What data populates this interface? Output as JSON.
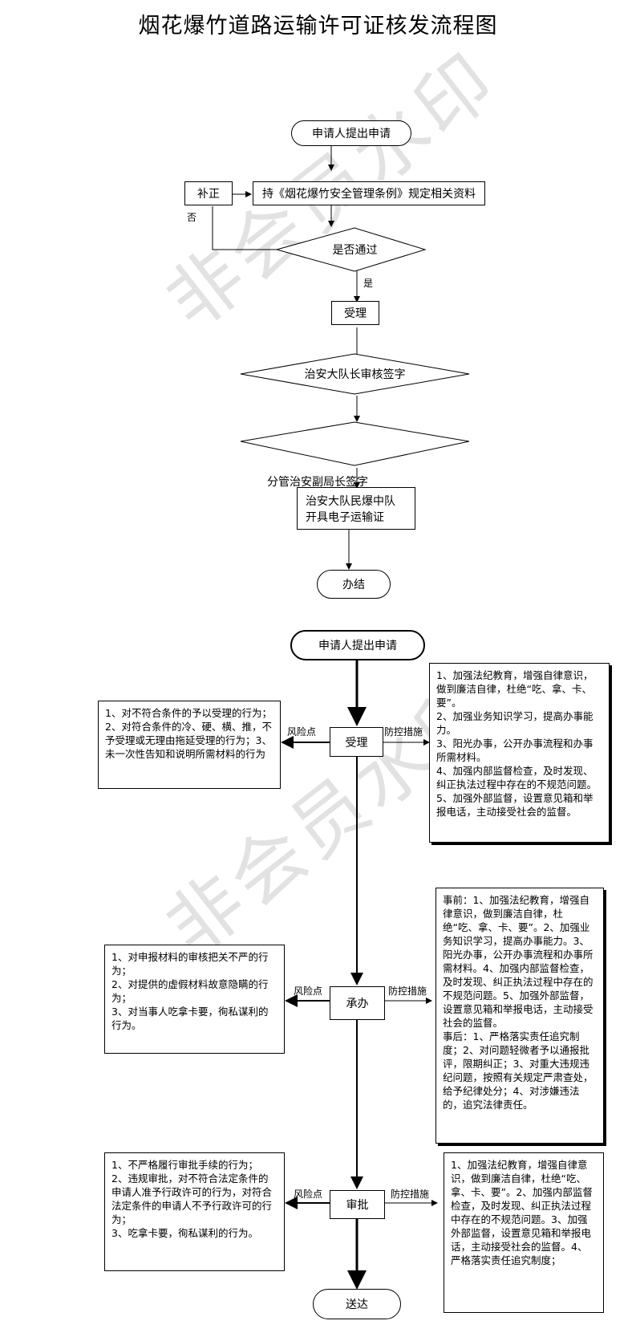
{
  "title": "烟花爆竹道路运输许可证核发流程图",
  "watermark": "非会员水印",
  "flow1": {
    "start": "申请人提出申请",
    "correct": "补正",
    "materials": "持《烟花爆竹安全管理条例》规定相关资料",
    "decision": "是否通过",
    "no": "否",
    "yes": "是",
    "accept": "受理",
    "captain_sign": "治安大队长审核签字",
    "deputy_sign": "分管治安副局长签字",
    "issue_line1": "治安大队民爆中队",
    "issue_line2": "开具电子运输证",
    "end": "办结"
  },
  "flow2": {
    "start": "申请人提出申请",
    "step_accept": "受理",
    "step_handle": "承办",
    "step_approve": "审批",
    "end": "送达",
    "risk_label": "风险点",
    "control_label": "防控措施",
    "risk_accept": "1、对不符合条件的予以受理的行为；2、对符合条件的冷、硬、横、推，不予受理或无理由拖延受理的行为；3、未一次性告知和说明所需材料的行为",
    "control_accept": "1、加强法纪教育，增强自律意识，做到廉洁自律，杜绝“吃、拿、卡、要”。\n2、加强业务知识学习，提高办事能力。\n3、阳光办事，公开办事流程和办事所需材料。\n4、加强内部监督检查，及时发现、纠正执法过程中存在的不规范问题。\n5、加强外部监督，设置意见箱和举报电话，主动接受社会的监督。",
    "risk_handle": "1、对申报材料的审核把关不严的行为；\n2、对提供的虚假材料故意隐瞒的行为；\n3、对当事人吃拿卡要，徇私谋利的行为。",
    "control_handle": "事前：1、加强法纪教育，增强自律意识，做到廉洁自律，杜绝“吃、拿、卡、要”。2、加强业务知识学习，提高办事能力。3、阳光办事，公开办事流程和办事所需材料。4、加强内部监督检查，及时发现、纠正执法过程中存在的不规范问题。5、加强外部监督，设置意见箱和举报电话，主动接受社会的监督。\n事后：1、严格落实责任追究制度；2、对问题轻微者予以通报批评，限期纠正；3、对重大违规违纪问题，按照有关规定严肃查处，给予纪律处分；4、对涉嫌违法的，追究法律责任。",
    "risk_approve": "1、不严格履行审批手续的行为；\n2、违规审批，对不符合法定条件的申请人准予行政许可的行为，对符合法定条件的申请人不予行政许可的行为；\n3、吃拿卡要，徇私谋利的行为。",
    "control_approve": "1、加强法纪教育，增强自律意识，做到廉洁自律，杜绝“吃、拿、卡、要”。2、加强内部监督检查，及时发现、纠正执法过程中存在的不规范问题。3、加强外部监督，设置意见箱和举报电话，主动接受社会的监督。4、严格落实责任追究制度；"
  }
}
